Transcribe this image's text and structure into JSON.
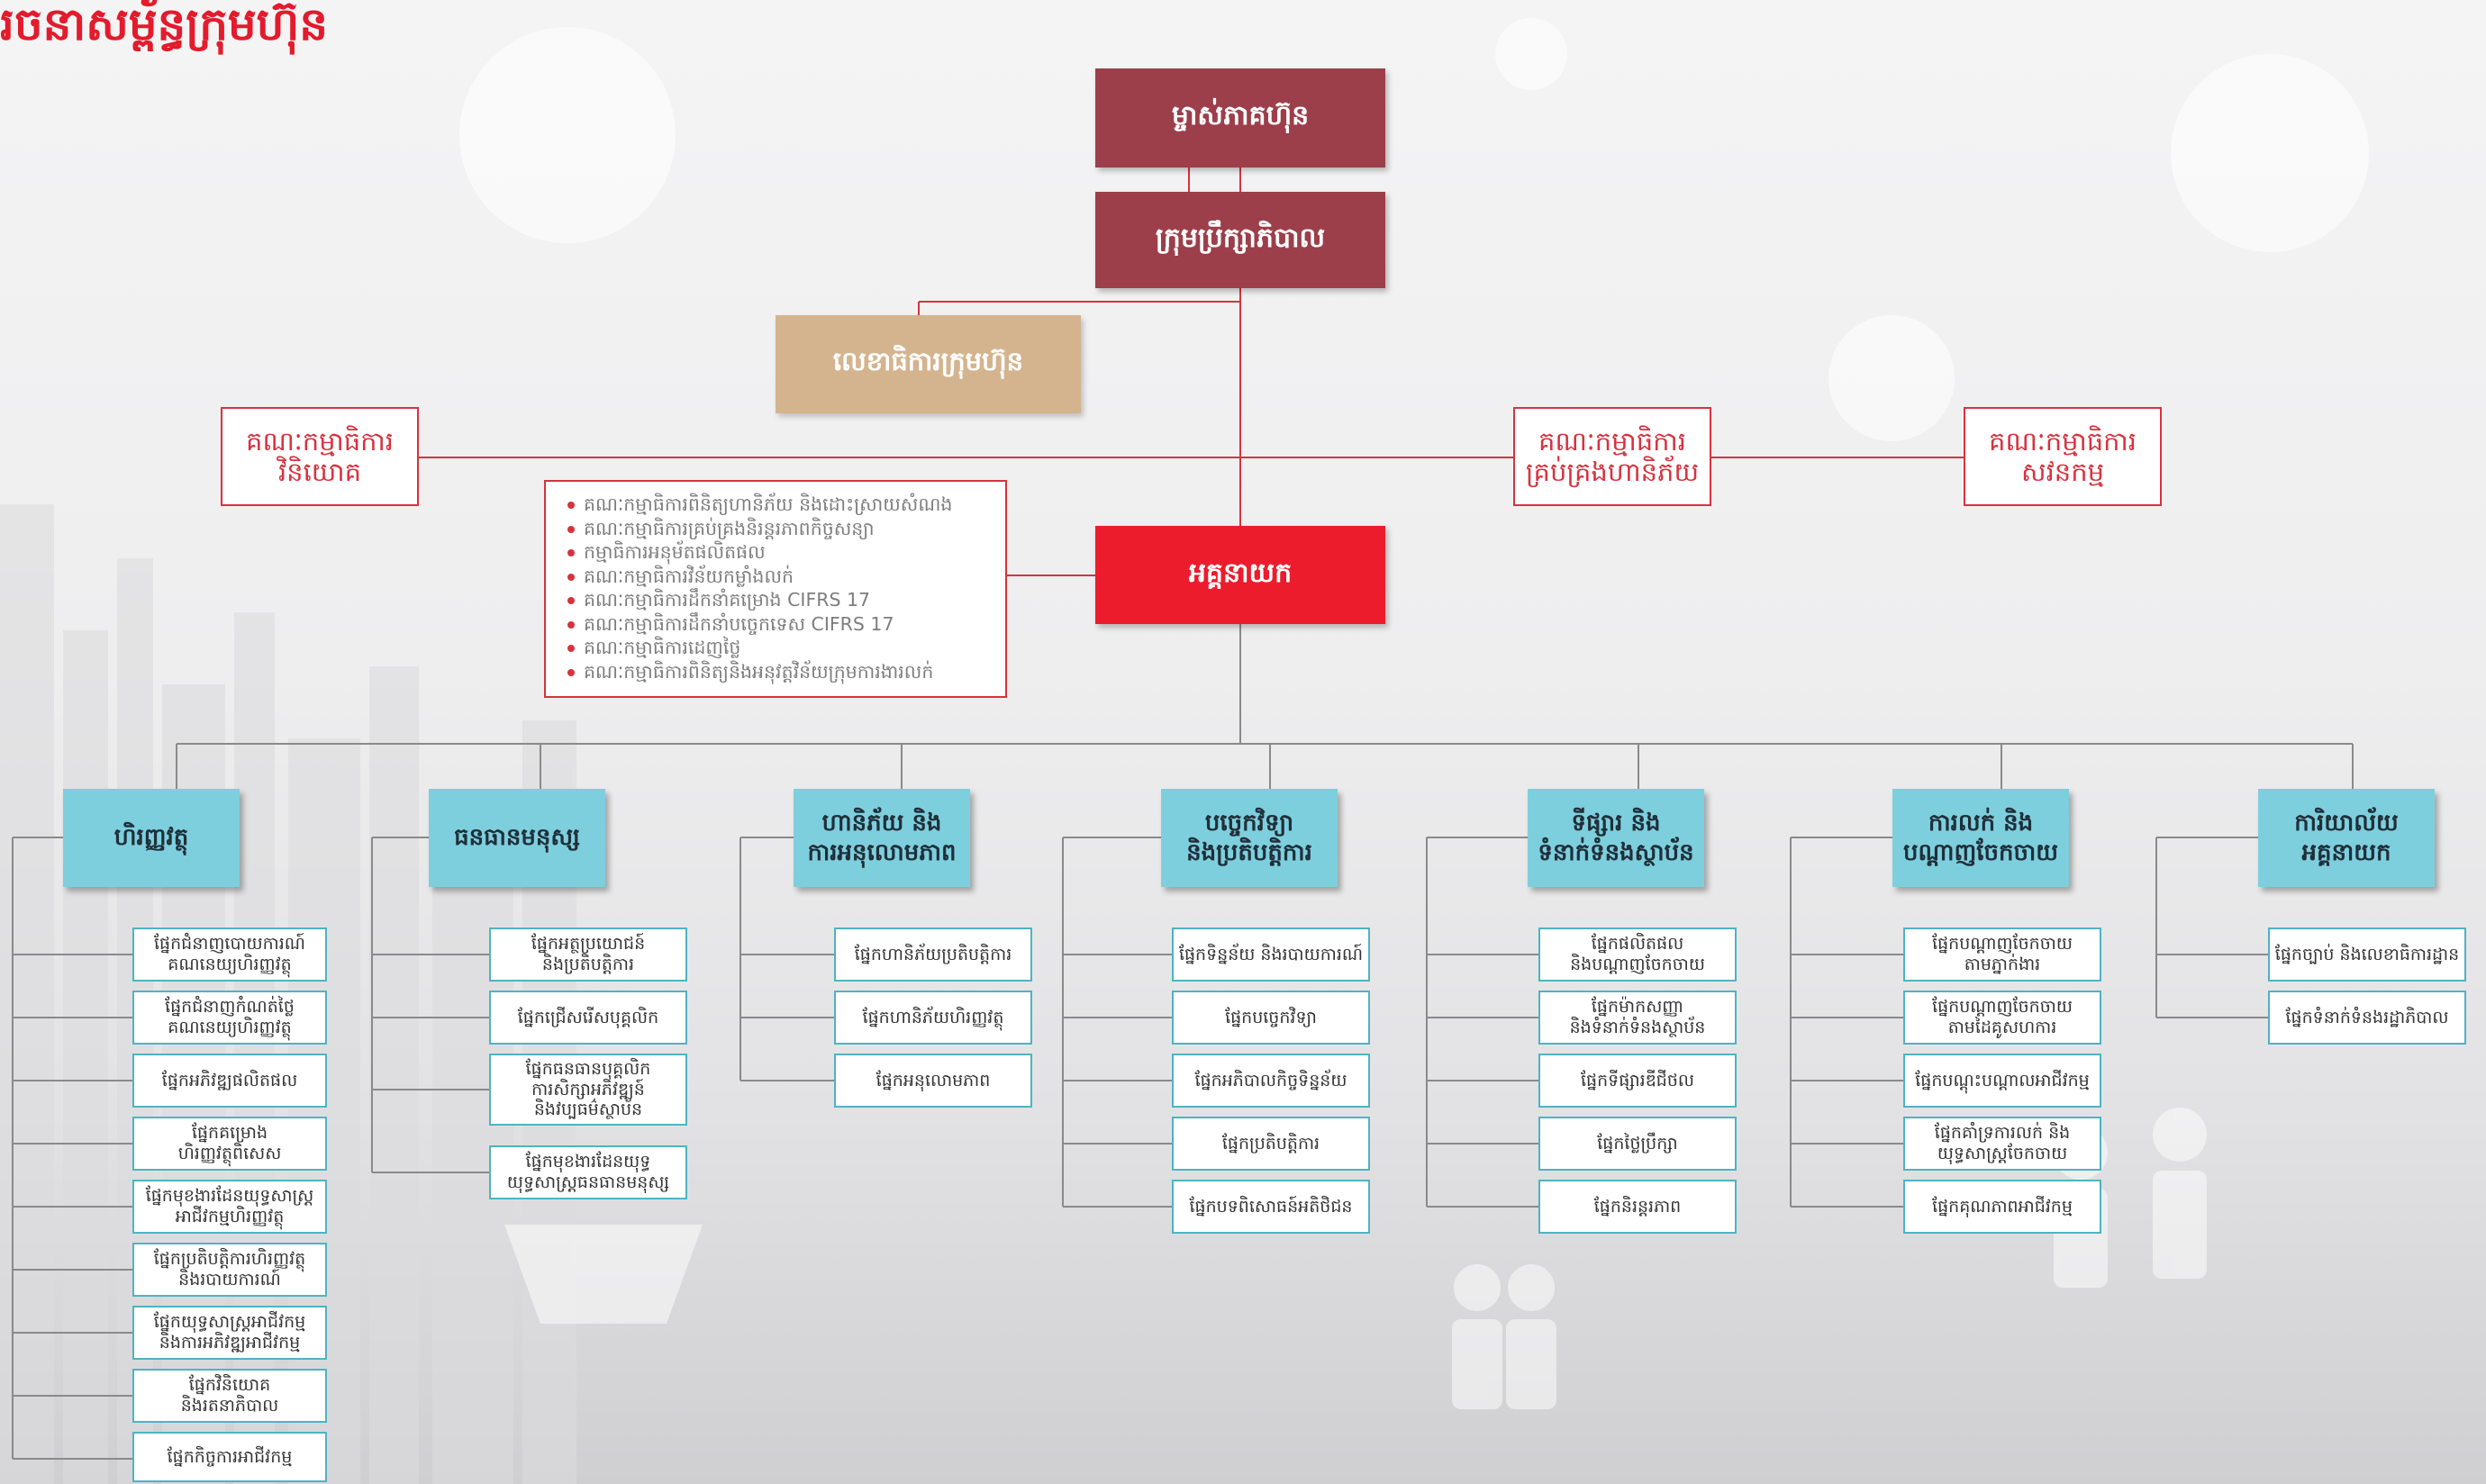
{
  "title": "រចនាសម្ព័ន្ធក្រុមហ៊ុន",
  "colors": {
    "leadership": "#9c3f4a",
    "secretary": "#d4b48e",
    "ceo": "#ec1c2c",
    "committee_border": "#d8323f",
    "division": "#7ecfdd",
    "unit_border": "#4fb3c2"
  },
  "top": {
    "shareholders": "ម្ចាស់ភាគហ៊ុន",
    "board": "ក្រុមប្រឹក្សាភិបាល",
    "secretary": "លេខាធិការក្រុមហ៊ុន",
    "ceo": "អគ្គនាយក"
  },
  "board_committees": [
    "គណៈកម្មាធិការ\nវិនិយោគ",
    "គណៈកម្មាធិការ\nគ្រប់គ្រងហានិភ័យ",
    "គណៈកម្មាធិការ\nសវនកម្ម"
  ],
  "management_committees": [
    "គណៈកម្មាធិការពិនិត្យហានិភ័យ និងដោះស្រាយសំណង",
    "គណៈកម្មាធិការគ្រប់គ្រងនិរន្តរភាពកិច្ចសន្យា",
    "កម្មាធិការអនុម័តផលិតផល",
    "គណៈកម្មាធិការវិន័យកម្លាំងលក់",
    "គណៈកម្មាធិការដឹកនាំគម្រោង CIFRS 17",
    "គណៈកម្មាធិការដឹកនាំបច្ចេកទេស CIFRS 17",
    "គណៈកម្មាធិការដេញថ្លៃ",
    "គណៈកម្មាធិការពិនិត្យនិងអនុវត្តវិន័យក្រុមការងារលក់"
  ],
  "divisions": [
    {
      "name": "ហិរញ្ញវត្ថុ",
      "units": [
        "ផ្នែកជំនាញបោយការណ៍\nគណនេយ្យហិរញ្ញវត្ថុ",
        "ផ្នែកជំនាញកំណត់ថ្លៃ\nគណនេយ្យហិរញ្ញវត្ថុ",
        "ផ្នែកអភិវឌ្ឍផលិតផល",
        "ផ្នែកគម្រោង\nហិរញ្ញវត្ថុពិសេស",
        "ផ្នែកមុខងារដែនយុទ្ធសាស្ត្រ\nអាជីវកម្មហិរញ្ញវត្ថុ",
        "ផ្នែកប្រតិបត្តិការហិរញ្ញវត្ថុ\nនិងរបាយការណ៍",
        "ផ្នែកយុទ្ធសាស្ត្រអាជីវកម្ម\nនិងការអភិវឌ្ឍអាជីវកម្ម",
        "ផ្នែកវិនិយោគ\nនិងរតនាភិបាល",
        "ផ្នែកកិច្ចការអាជីវកម្ម"
      ]
    },
    {
      "name": "ធនធានមនុស្ស",
      "units": [
        "ផ្នែកអត្ថប្រយោជន៍\nនិងប្រតិបត្តិការ",
        "ផ្នែកជ្រើសរើសបុគ្គលិក",
        "ផ្នែកធនធានបុគ្គលិក\nការសិក្សាអភិវឌ្ឍន៍\nនិងវប្បធម៌ស្ថាប័ន",
        "ផ្នែកមុខងារដែនយុទ្ធ\nយុទ្ធសាស្ត្រធនធានមនុស្ស"
      ]
    },
    {
      "name": "ហានិភ័យ និង\nការអនុលោមភាព",
      "units": [
        "ផ្នែកហានិភ័យប្រតិបត្តិការ",
        "ផ្នែកហានិភ័យហិរញ្ញវត្ថុ",
        "ផ្នែកអនុលោមភាព"
      ]
    },
    {
      "name": "បច្ចេកវិទ្យា\nនិងប្រតិបត្តិការ",
      "units": [
        "ផ្នែកទិន្នន័យ និងរបាយការណ៍",
        "ផ្នែកបច្ចេកវិទ្យា",
        "ផ្នែកអភិបាលកិច្ចទិន្នន័យ",
        "ផ្នែកប្រតិបត្តិការ",
        "ផ្នែកបទពិសោធន៍អតិថិជន"
      ]
    },
    {
      "name": "ទីផ្សារ និង\nទំនាក់ទំនងស្ថាប័ន",
      "units": [
        "ផ្នែកផលិតផល\nនិងបណ្តាញចែកចាយ",
        "ផ្នែកម៉ាកសញ្ញា\nនិងទំនាក់ទំនងស្ថាប័ន",
        "ផ្នែកទីផ្សារឌីជីថល",
        "ផ្នែកថ្លៃប្រឹក្សា",
        "ផ្នែកនិរន្តរភាព"
      ]
    },
    {
      "name": "ការលក់ និង\nបណ្តាញចែកចាយ",
      "units": [
        "ផ្នែកបណ្តាញចែកចាយ\nតាមភ្នាក់ងារ",
        "ផ្នែកបណ្តាញចែកចាយ\nតាមដៃគូសហការ",
        "ផ្នែកបណ្តុះបណ្តាលអាជីវកម្ម",
        "ផ្នែកគាំទ្រការលក់ និង\nយុទ្ធសាស្ត្រចែកចាយ",
        "ផ្នែកគុណភាពអាជីវកម្ម"
      ]
    },
    {
      "name": "ការិយាល័យ\nអគ្គនាយក",
      "units": [
        "ផ្នែកច្បាប់ និងលេខាធិការដ្ឋាន",
        "ផ្នែកទំនាក់ទំនងរដ្ឋាភិបាល"
      ]
    }
  ]
}
